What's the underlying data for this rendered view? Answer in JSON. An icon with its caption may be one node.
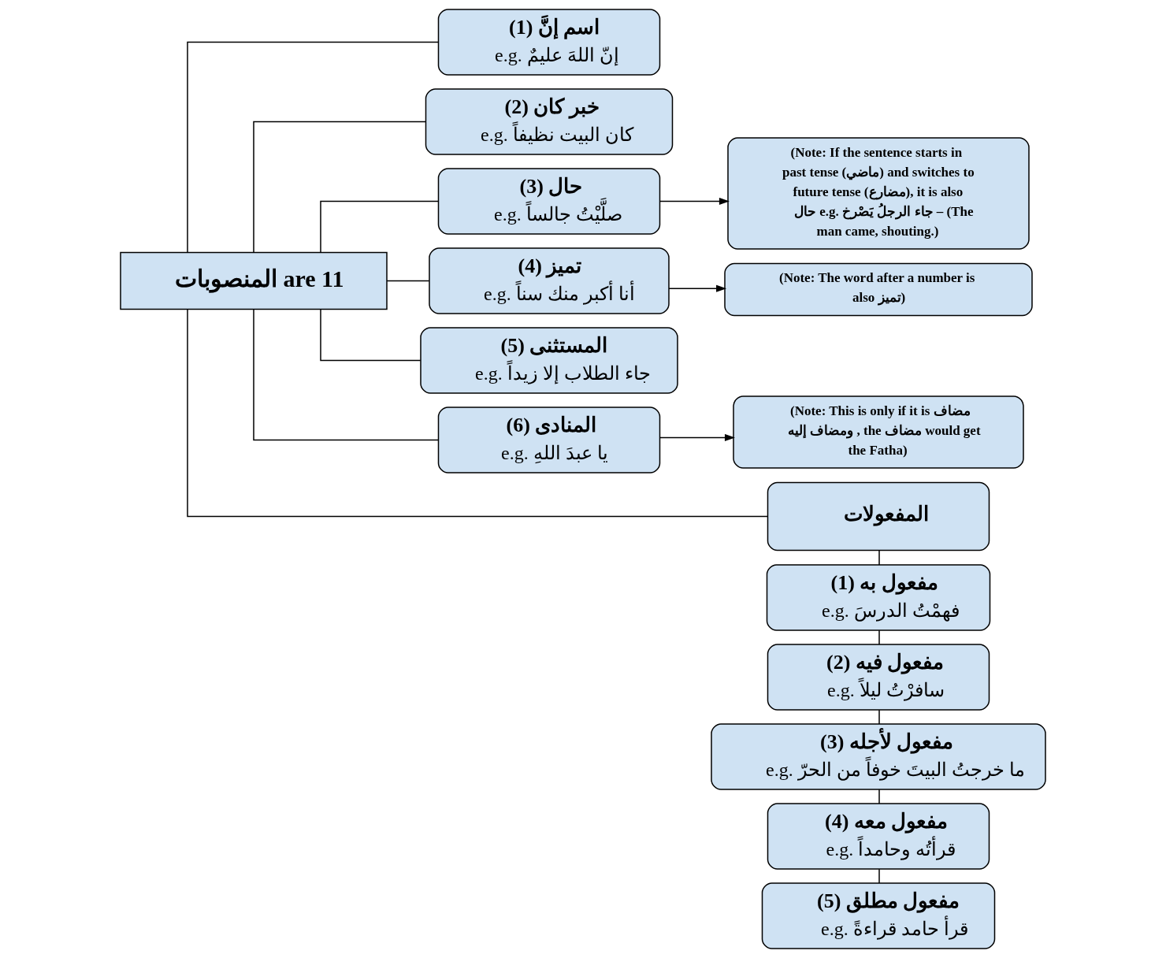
{
  "diagram": {
    "nodes": [
      {
        "text": [
          "المنصوبات are 11"
        ]
      },
      {
        "text": [
          "(1) اسم إنَّ",
          "e.g. إنّ اللهَ عليمٌ"
        ]
      },
      {
        "text": [
          "(2) خبر كان",
          "e.g. كان البيت نظيفاً"
        ]
      },
      {
        "text": [
          "(3) حال",
          "e.g. صلَّيْتُ جالساً"
        ]
      },
      {
        "text": [
          "(Note: If the sentence starts in past tense (ماضي) and switches to future tense (مضارع), it is also حال e.g. جاء الرجلُ يَصْرخ – (The man came, shouting.)"
        ]
      },
      {
        "text": [
          "(4) تميز",
          "e.g. أنا أكبر منك سناً"
        ]
      },
      {
        "text": [
          "(Note: The word after a number is also تميز)"
        ]
      },
      {
        "text": [
          "(5) المستثنى",
          "e.g. جاء الطلاب إلا زيداً"
        ]
      },
      {
        "text": [
          "(6) المنادى",
          "e.g. يا عبدَ اللهِ"
        ]
      },
      {
        "text": [
          "(Note: This is only if it is مضاف ومضاف إليه , the مضاف would get the Fatha)"
        ]
      },
      {
        "text": [
          "المفعولات"
        ]
      },
      {
        "text": [
          "(1) مفعول به",
          "e.g. فهمْتُ الدرسَ"
        ]
      },
      {
        "text": [
          "(2) مفعول فيه",
          "e.g. سافرْتُ ليلاً"
        ]
      },
      {
        "text": [
          "(3) مفعول لأجله",
          "e.g. ما خرجتُ البيتَ خوفاً من الحرّ"
        ]
      },
      {
        "text": [
          "(4) مفعول معه",
          "e.g. قرأتُه وحامداً"
        ]
      },
      {
        "text": [
          "(5) مفعول مطلق",
          "e.g. قرأ حامد قراءةً"
        ]
      }
    ],
    "edges": [
      {
        "from": 0,
        "to": 1,
        "arrow": "none"
      },
      {
        "from": 0,
        "to": 2,
        "arrow": "none"
      },
      {
        "from": 0,
        "to": 3,
        "arrow": "none"
      },
      {
        "from": 0,
        "to": 5,
        "arrow": "none"
      },
      {
        "from": 0,
        "to": 7,
        "arrow": "none"
      },
      {
        "from": 0,
        "to": 8,
        "arrow": "none"
      },
      {
        "from": 3,
        "to": 4,
        "arrow": "to"
      },
      {
        "from": 5,
        "to": 6,
        "arrow": "to"
      },
      {
        "from": 8,
        "to": 9,
        "arrow": "to"
      },
      {
        "from": 0,
        "to": 10,
        "arrow": "none"
      },
      {
        "from": 10,
        "to": 11,
        "arrow": "none"
      },
      {
        "from": 11,
        "to": 12,
        "arrow": "none"
      },
      {
        "from": 12,
        "to": 13,
        "arrow": "none"
      },
      {
        "from": 13,
        "to": 14,
        "arrow": "none"
      },
      {
        "from": 14,
        "to": 15,
        "arrow": "none"
      }
    ]
  }
}
